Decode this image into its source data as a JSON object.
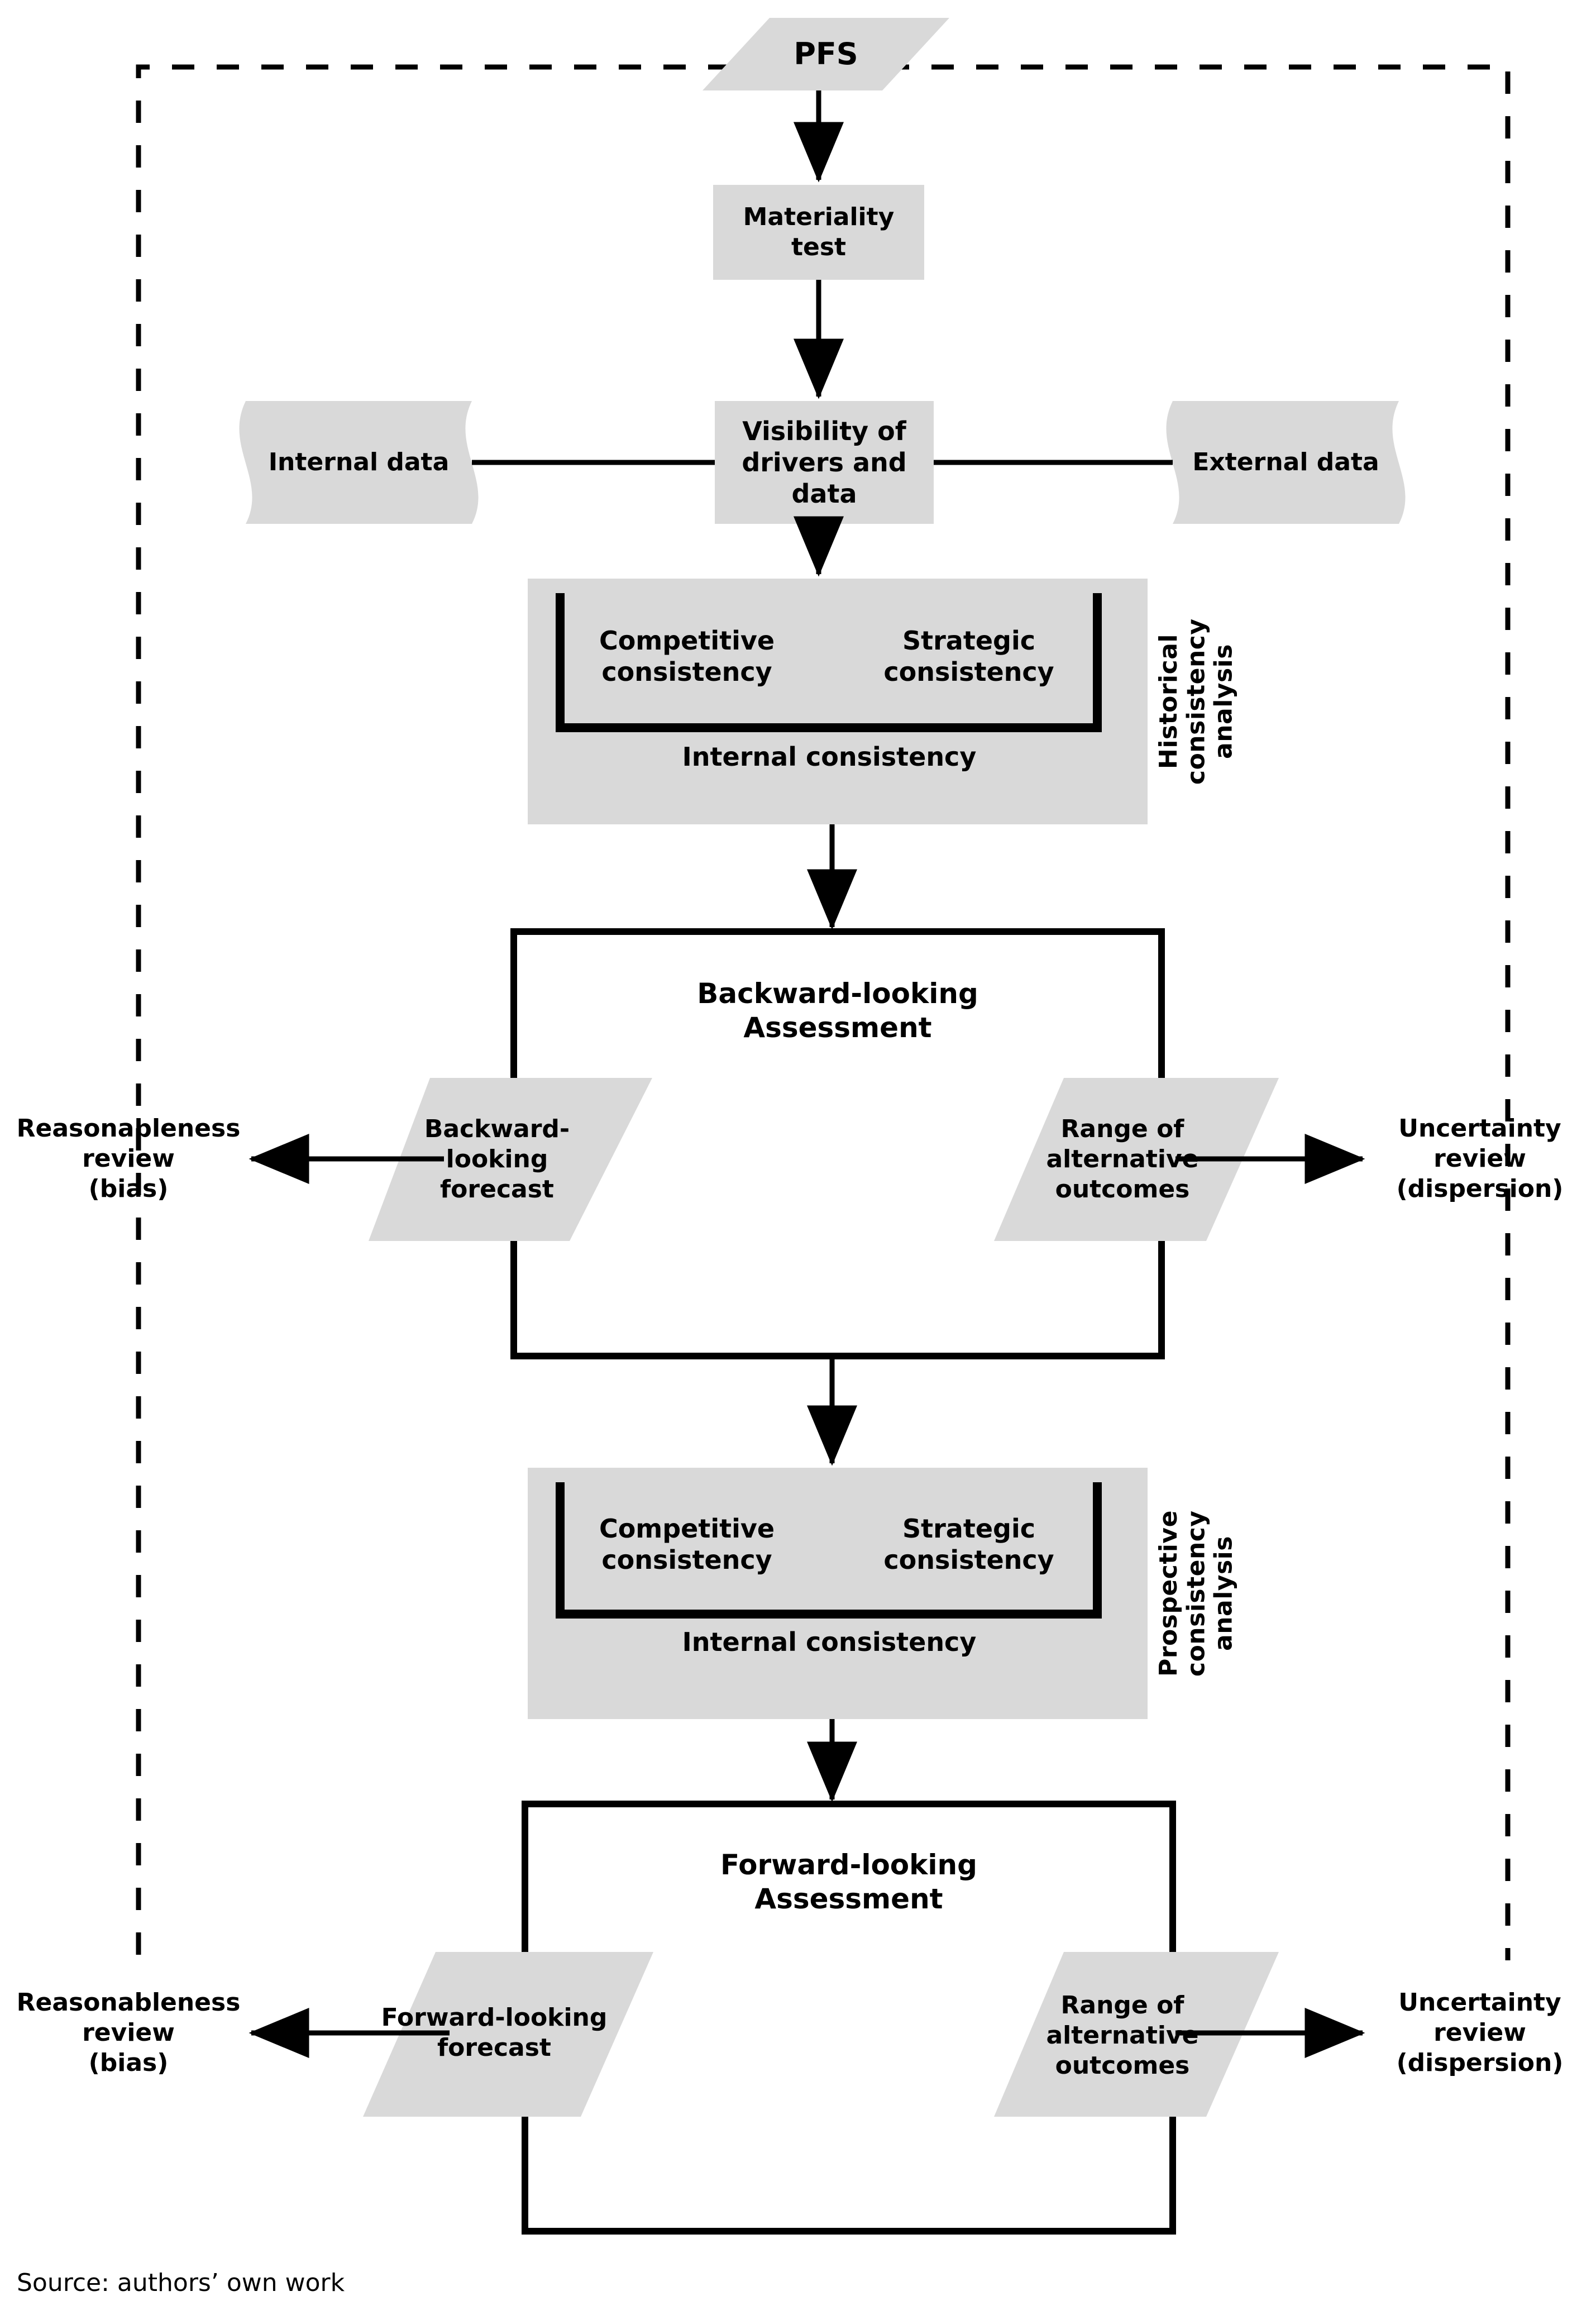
{
  "diagram": {
    "title_shape": {
      "label": "PFS"
    },
    "nodes": {
      "materiality_test": "Materiality\ntest",
      "visibility": "Visibility of\ndrivers and\ndata",
      "internal_data": "Internal data",
      "external_data": "External data",
      "backward_assessment": "Backward-looking\nAssessment",
      "forward_assessment": "Forward-looking\nAssessment",
      "backward_forecast": "Backward-\nlooking\nforecast",
      "forward_forecast": "Forward-looking\nforecast",
      "range_alternative_outcomes_top": "Range of\nalternative\noutcomes",
      "range_alternative_outcomes_bottom": "Range of\nalternative\noutcomes",
      "reasonableness_review_top": "Reasonableness\nreview\n(bias)",
      "reasonableness_review_bottom": "Reasonableness\nreview\n(bias)",
      "uncertainty_review_top": "Uncertainty\nreview\n(dispersion)",
      "uncertainty_review_bottom": "Uncertainty\nreview\n(dispersion)"
    },
    "historical_block": {
      "competitive_consistency": "Competitive\nconsistency",
      "strategic_consistency": "Strategic\nconsistency",
      "internal_consistency": "Internal consistency",
      "side_label": "Historical\nconsistency\nanalysis"
    },
    "prospective_block": {
      "competitive_consistency": "Competitive\nconsistency",
      "strategic_consistency": "Strategic\nconsistency",
      "internal_consistency": "Internal consistency",
      "side_label": "Prospective\nconsistency\nanalysis"
    },
    "caption": "Source: authors’ own work",
    "colors": {
      "shape_fill": "#d9d9d9",
      "stroke": "#000000",
      "background": "#ffffff"
    }
  }
}
